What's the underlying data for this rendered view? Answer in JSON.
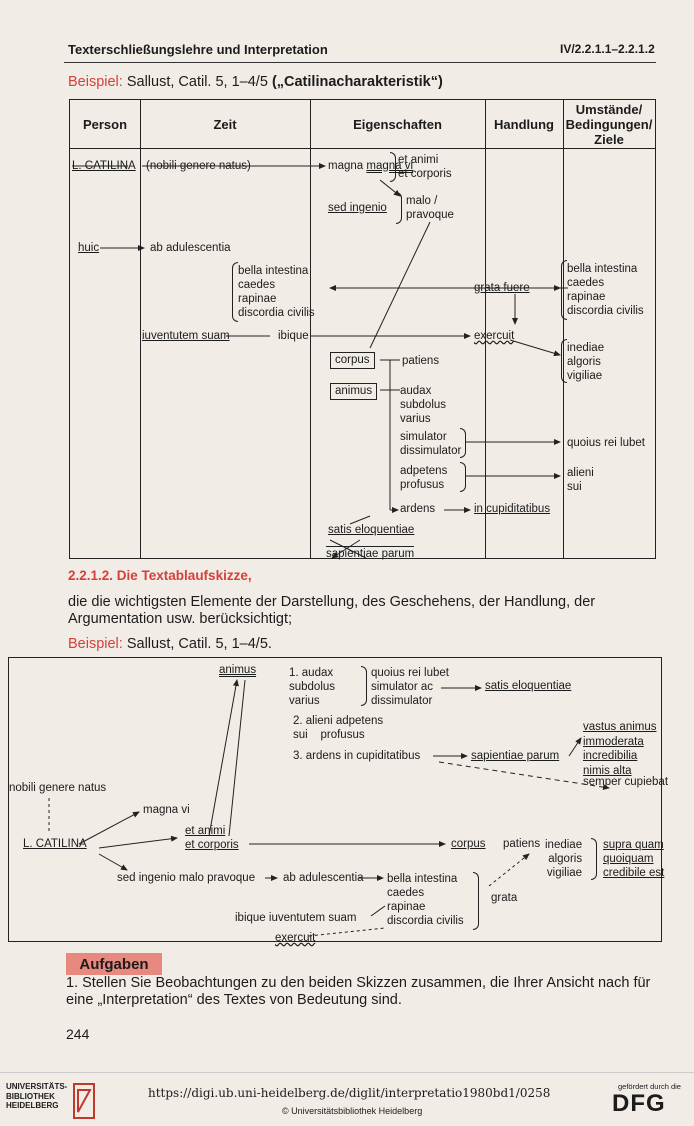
{
  "header": {
    "left": "Texterschließungslehre und Interpretation",
    "right": "IV/2.2.1.1–2.2.1.2"
  },
  "example1": {
    "label": "Beispiel:",
    "source": "Sallust, Catil. 5, 1–4/5",
    "title": "(„Catilinacharakteristik“)"
  },
  "table": {
    "headers": [
      "Person",
      "Zeit",
      "Eigenschaften",
      "Handlung",
      "Umstände/\nBedingungen/\nZiele"
    ],
    "cells": {
      "catilina": "L. CATILINA",
      "nobili": "(nobili genere natus)",
      "huic": "huic",
      "adulescentia": "ab adulescentia",
      "bella1": "bella intestina\ncaedes\nrapinae\ndiscordia civilis",
      "iuventutem": "iuventutem suam",
      "ibique": "ibique",
      "magna_vi": "magna vi",
      "animi_corporis": "et animi\net corporis",
      "sed_ingenio": "sed ingenio",
      "malo_pravoque": "malo /\npravoque",
      "corpus": "corpus",
      "patiens": "patiens",
      "animus": "animus",
      "audax": "audax\nsubdolus\nvarius",
      "simulator": "simulator\ndissimulator",
      "adpetens": "adpetens\nprofusus",
      "ardens": "ardens",
      "cupiditatibus": "in cupiditatibus",
      "satis": "satis eloquentiae",
      "sapientiae": "sapientiae parum",
      "grata": "grata fuere",
      "exercuit": "exercuit",
      "bella2": "bella intestina\ncaedes\nrapinae\ndiscordia civilis",
      "inediae": "inediae\nalgoris\nvigiliae",
      "quoius": "quoius rei lubet",
      "alieni": "alieni\nsui"
    }
  },
  "section": {
    "title": "2.2.1.2. Die Textablaufskizze,",
    "desc": "die die wichtigsten Elemente der Darstellung, des Geschehens, der Handlung, der Argumentation usw. berücksichtigt;"
  },
  "example2": {
    "label": "Beispiel:",
    "source": "Sallust, Catil. 5, 1–4/5."
  },
  "sketch": {
    "animus": "animus",
    "s1": "1. audax\nsubdolus\nvarius",
    "s1b": "quoius rei lubet\nsimulator ac\ndissimulator",
    "satis": "satis eloquentiae",
    "s2": "2. alieni adpetens\nsui    profusus",
    "s3": "3. ardens in cupiditatibus",
    "sapientiae": "sapientiae parum",
    "vastus": "vastus animus\nimmoderata\nincredibilia\nnimis alta",
    "semper": "semper cupiebat",
    "nobili": "nobili genere natus",
    "magna_vi": "magna vi",
    "animi_corporis": "et animi\net corporis",
    "catilina": "L. CATILINA",
    "corpus": "corpus",
    "patiens": "patiens",
    "inediae": "inediae\nalgoris\nvigiliae",
    "supra": "supra quam\nquoiquam\ncredibile est",
    "sed_ingenio": "sed ingenio malo pravoque",
    "adulescentia": "ab adulescentia",
    "bella": "bella intestina\ncaedes\nrapinae\ndiscordia civilis",
    "grata": "grata",
    "ibique": "ibique iuventutem suam",
    "exercuit": "exercuit"
  },
  "tasks": {
    "heading": "Aufgaben",
    "item1": "1. Stellen Sie Beobachtungen zu den beiden Skizzen zusammen, die Ihrer Ansicht nach für eine „Interpretation“ des Textes von Bedeutung sind."
  },
  "page_number": "244",
  "footer": {
    "library": "UNIVERSITÄTS-\nBIBLIOTHEK\nHEIDELBERG",
    "url": "https://digi.ub.uni-heidelberg.de/diglit/interpretatio1980bd1/0258",
    "copyright": "© Universitätsbibliothek Heidelberg",
    "funded": "gefördert durch die",
    "dfg": "DFG"
  }
}
